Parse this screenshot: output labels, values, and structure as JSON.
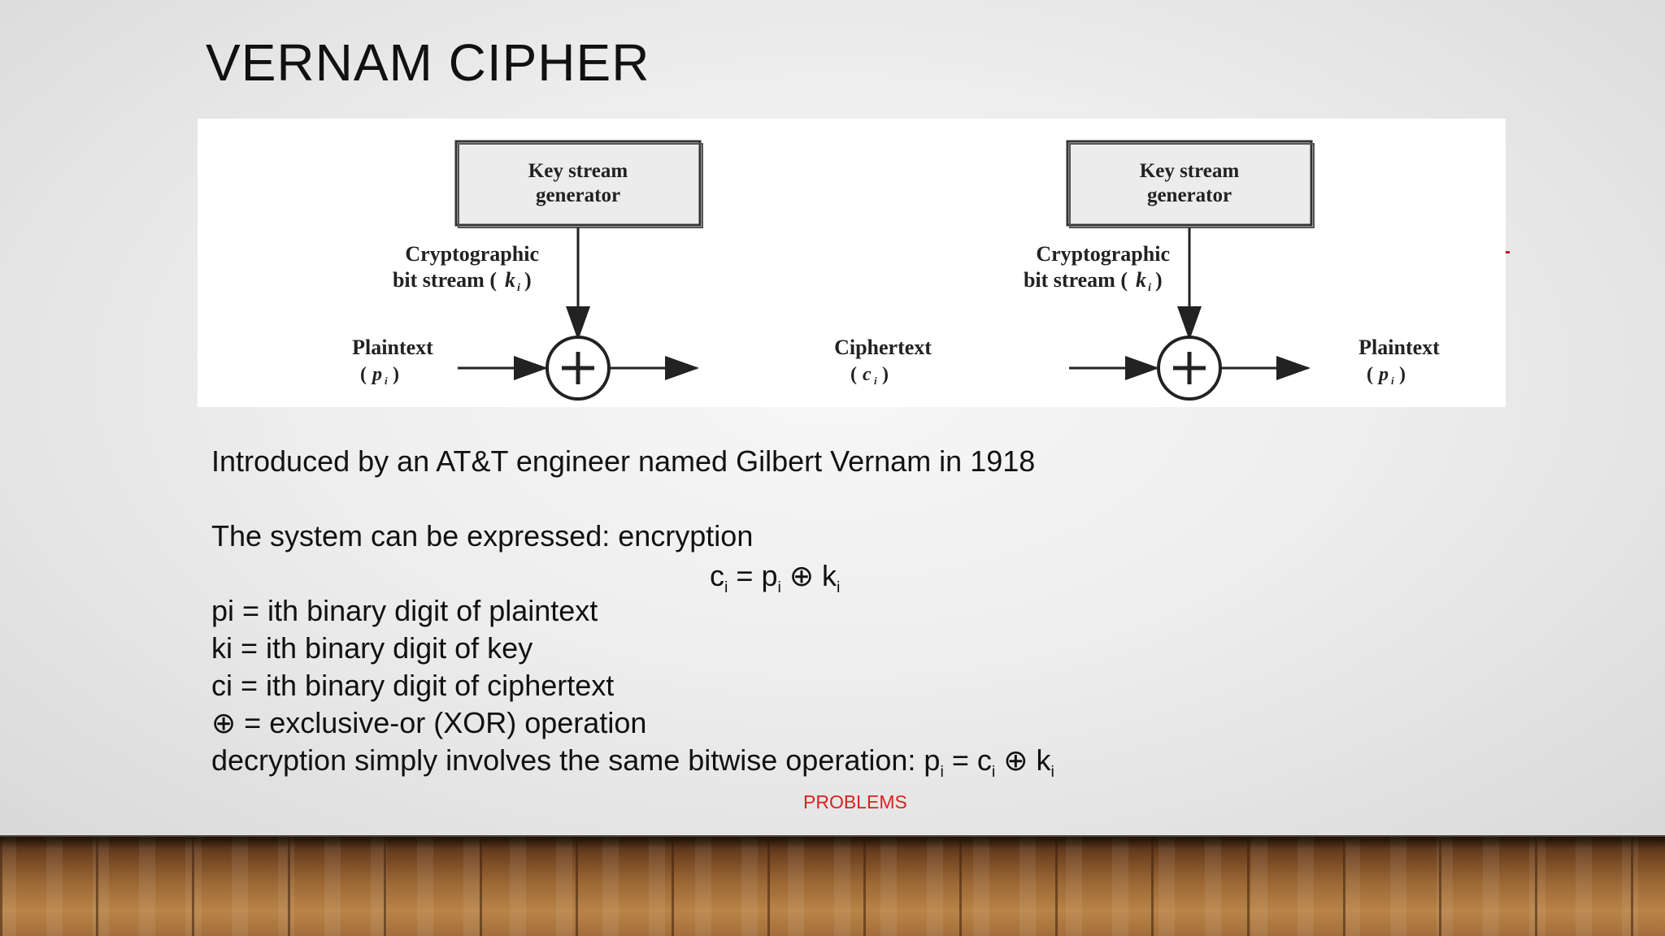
{
  "title": "VERNAM CIPHER",
  "diagram": {
    "encrypt": {
      "box_line1": "Key stream",
      "box_line2": "generator",
      "stream_line1": "Cryptographic",
      "stream_line2": "bit stream (",
      "stream_var": "k",
      "stream_sub": "i",
      "input_label": "Plaintext",
      "input_var": "p",
      "input_sub": "i"
    },
    "decrypt": {
      "box_line1": "Key stream",
      "box_line2": "generator",
      "stream_line1": "Cryptographic",
      "stream_line2": "bit stream (",
      "stream_var": "k",
      "stream_sub": "i",
      "input_label": "Ciphertext",
      "input_var": "c",
      "input_sub": "i",
      "output_label": "Plaintext",
      "output_var": "p",
      "output_sub": "i"
    }
  },
  "body": {
    "line1": "Introduced by an AT&T engineer named Gilbert Vernam in 1918",
    "line2": "The system can be expressed: encryption",
    "formula": {
      "c": "c",
      "eq": " = ",
      "p": "p",
      "xor": " ⊕ ",
      "k": "k",
      "sub": "i"
    },
    "line3": "pi = ith binary digit of plaintext",
    "line4": "ki = ith binary digit of key",
    "line5": "ci = ith binary digit of ciphertext",
    "line6": "⊕ = exclusive-or (XOR) operation",
    "line7_prefix": "decryption simply involves the same bitwise operation: ",
    "line7_formula": {
      "p": "p",
      "eq": " = ",
      "c": "c",
      "xor": " ⊕ ",
      "k": "k",
      "sub": "i"
    }
  },
  "problems_label": "PROBLEMS",
  "colors": {
    "problems": "#d8231f",
    "text": "#111111"
  }
}
